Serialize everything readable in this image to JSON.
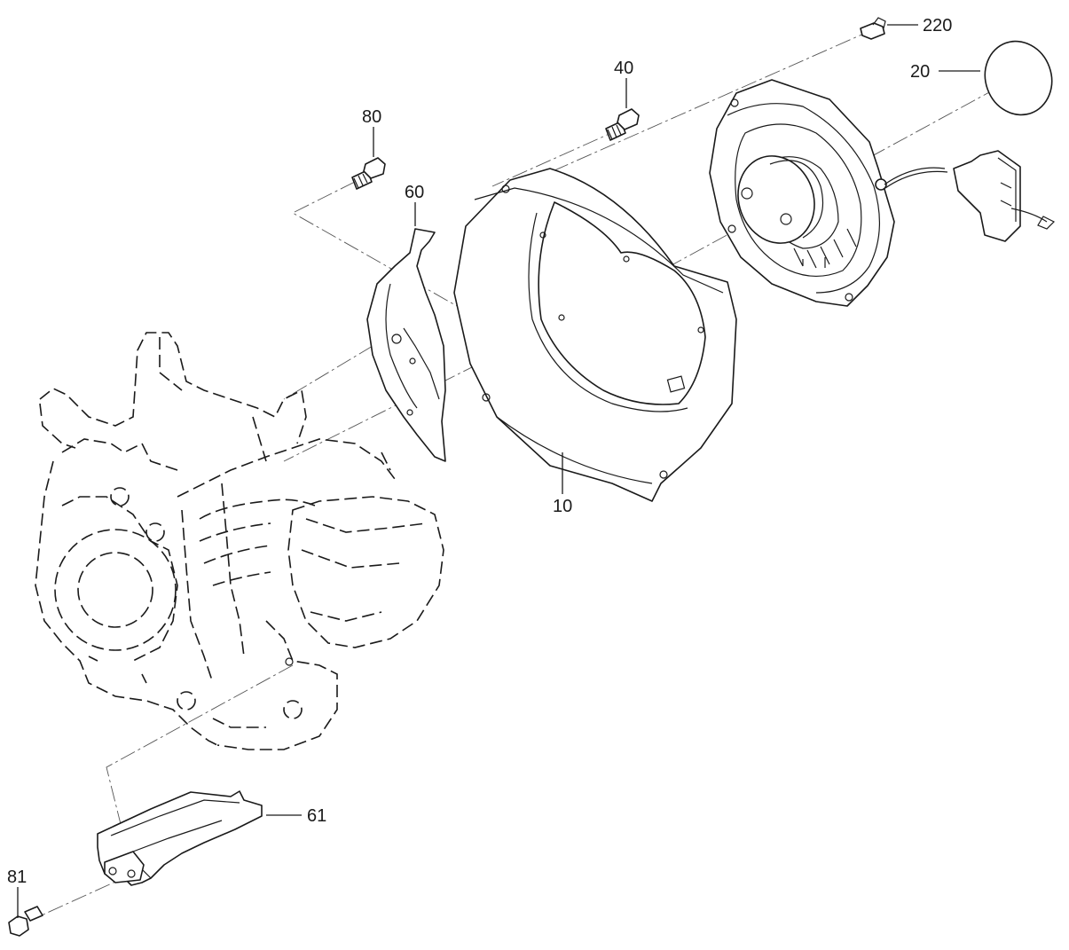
{
  "callouts": {
    "p220": "220",
    "p20": "20",
    "p40": "40",
    "p80": "80",
    "p60": "60",
    "p10": "10",
    "p61": "61",
    "p81": "81"
  },
  "colors": {
    "line": "#1a1a1a",
    "background": "#ffffff"
  }
}
